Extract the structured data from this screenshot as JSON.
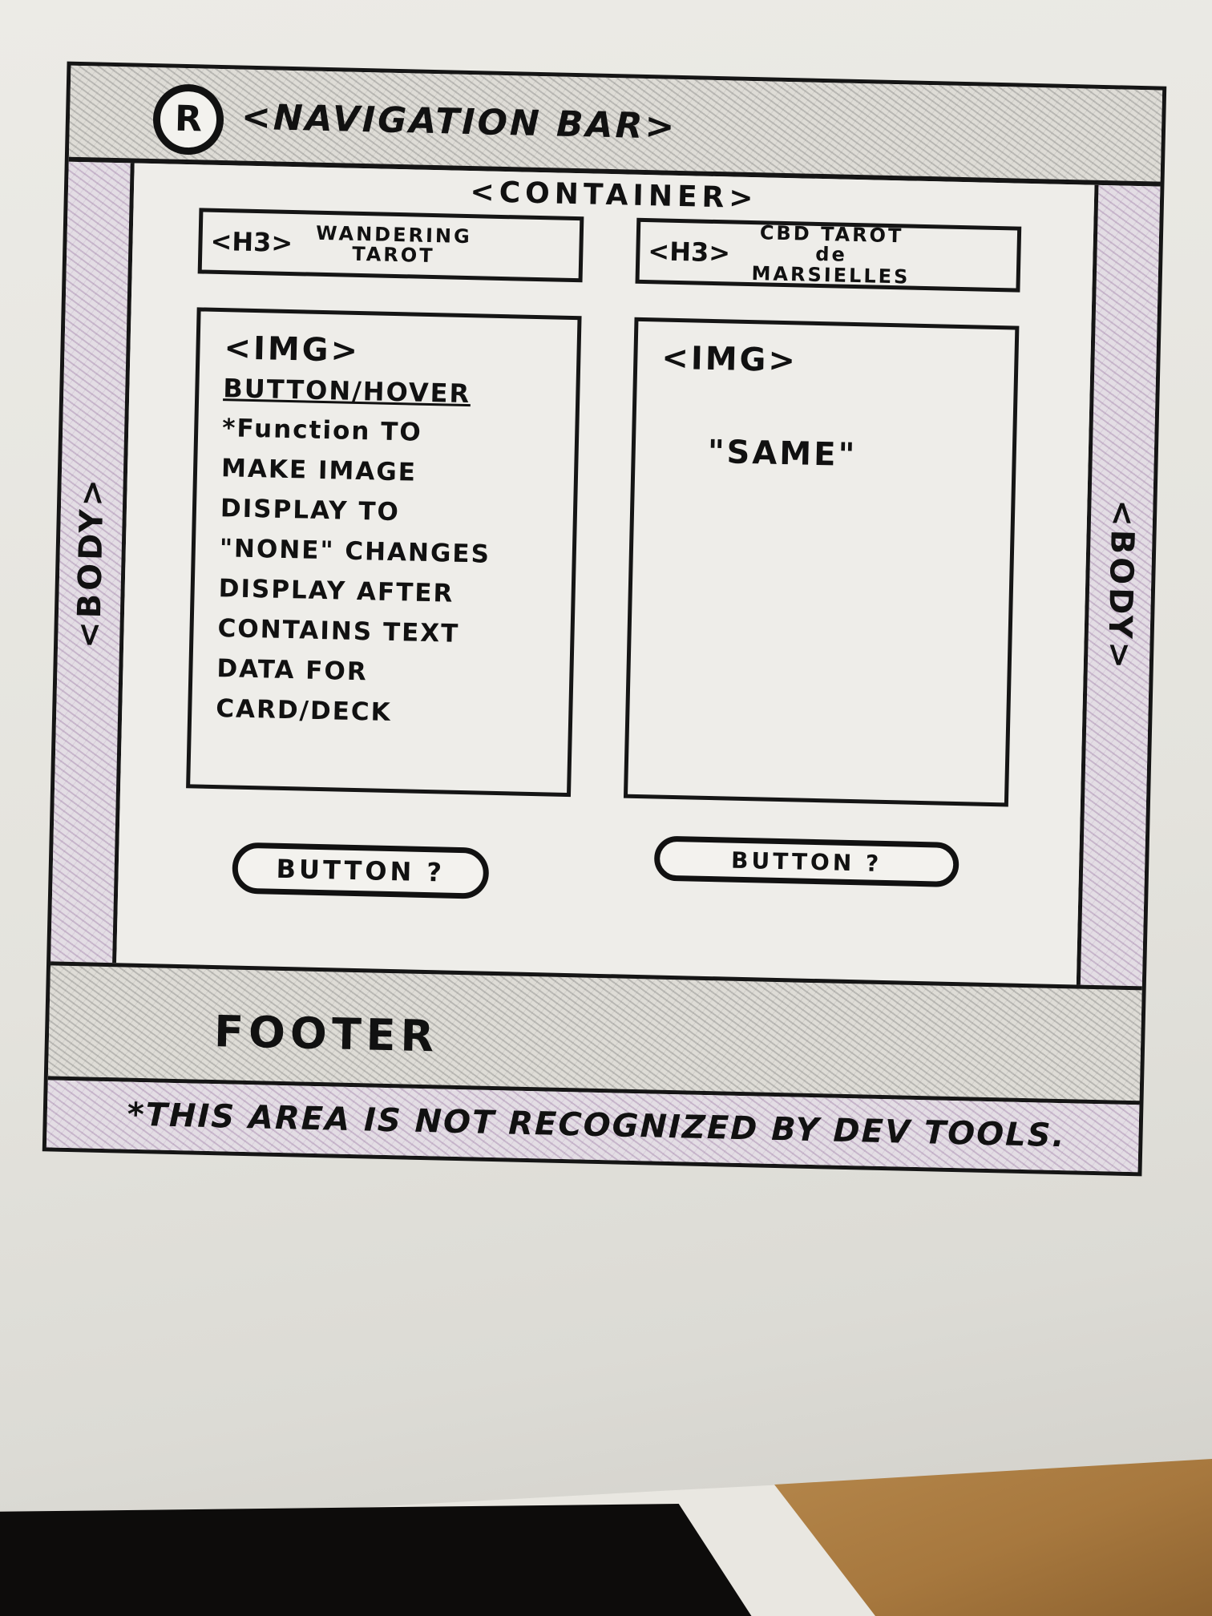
{
  "navbar": {
    "logo_letter": "R",
    "label": "<NAVIGATION BAR>"
  },
  "body_label": "<BODY>",
  "container_label": "<CONTAINER>",
  "columns": [
    {
      "h3_tag": "<H3>",
      "title": "WANDERING TAROT",
      "img_tag": "<IMG>",
      "img_heading": "BUTTON/HOVER",
      "img_notes": "*Function TO\nMAKE IMAGE\nDISPLAY TO\n\"NONE\" CHANGES\nDISPLAY AFTER\nCONTAINS TEXT\nDATA FOR\nCARD/DECK",
      "button_label": "BUTTON ?"
    },
    {
      "h3_tag": "<H3>",
      "title": "CBD TAROT de MARSIELLES",
      "img_tag": "<IMG>",
      "img_note": "\"SAME\"",
      "button_label": "BUTTON ?"
    }
  ],
  "footer_label": "FOOTER",
  "note": "*THIS AREA IS NOT RECOGNIZED BY DEV TOOLS."
}
